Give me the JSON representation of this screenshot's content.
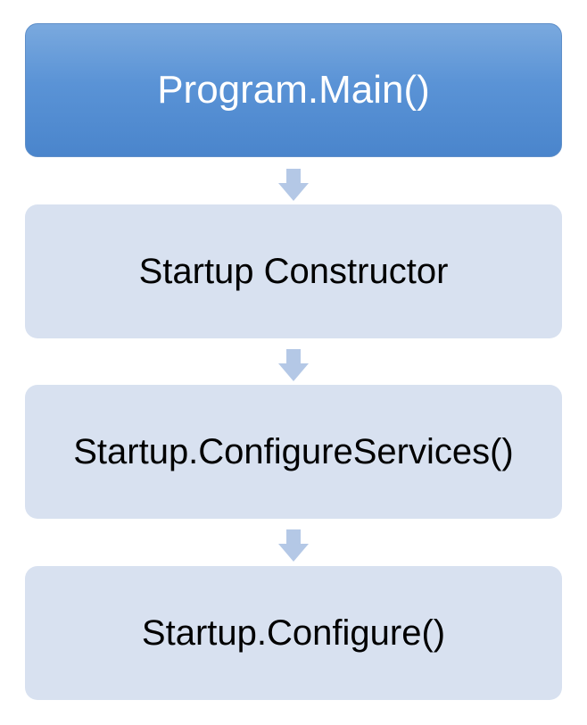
{
  "diagram": {
    "steps": [
      {
        "label": "Program.Main()",
        "style": "primary"
      },
      {
        "label": "Startup Constructor",
        "style": "secondary"
      },
      {
        "label": "Startup.ConfigureServices()",
        "style": "secondary"
      },
      {
        "label": "Startup.Configure()",
        "style": "secondary"
      }
    ],
    "connector": "down-arrow",
    "colors": {
      "primary_fill": "#5a93d6",
      "secondary_fill": "#d8e1f0",
      "arrow_fill": "#b4c8e6",
      "primary_text": "#ffffff",
      "secondary_text": "#000000"
    }
  }
}
